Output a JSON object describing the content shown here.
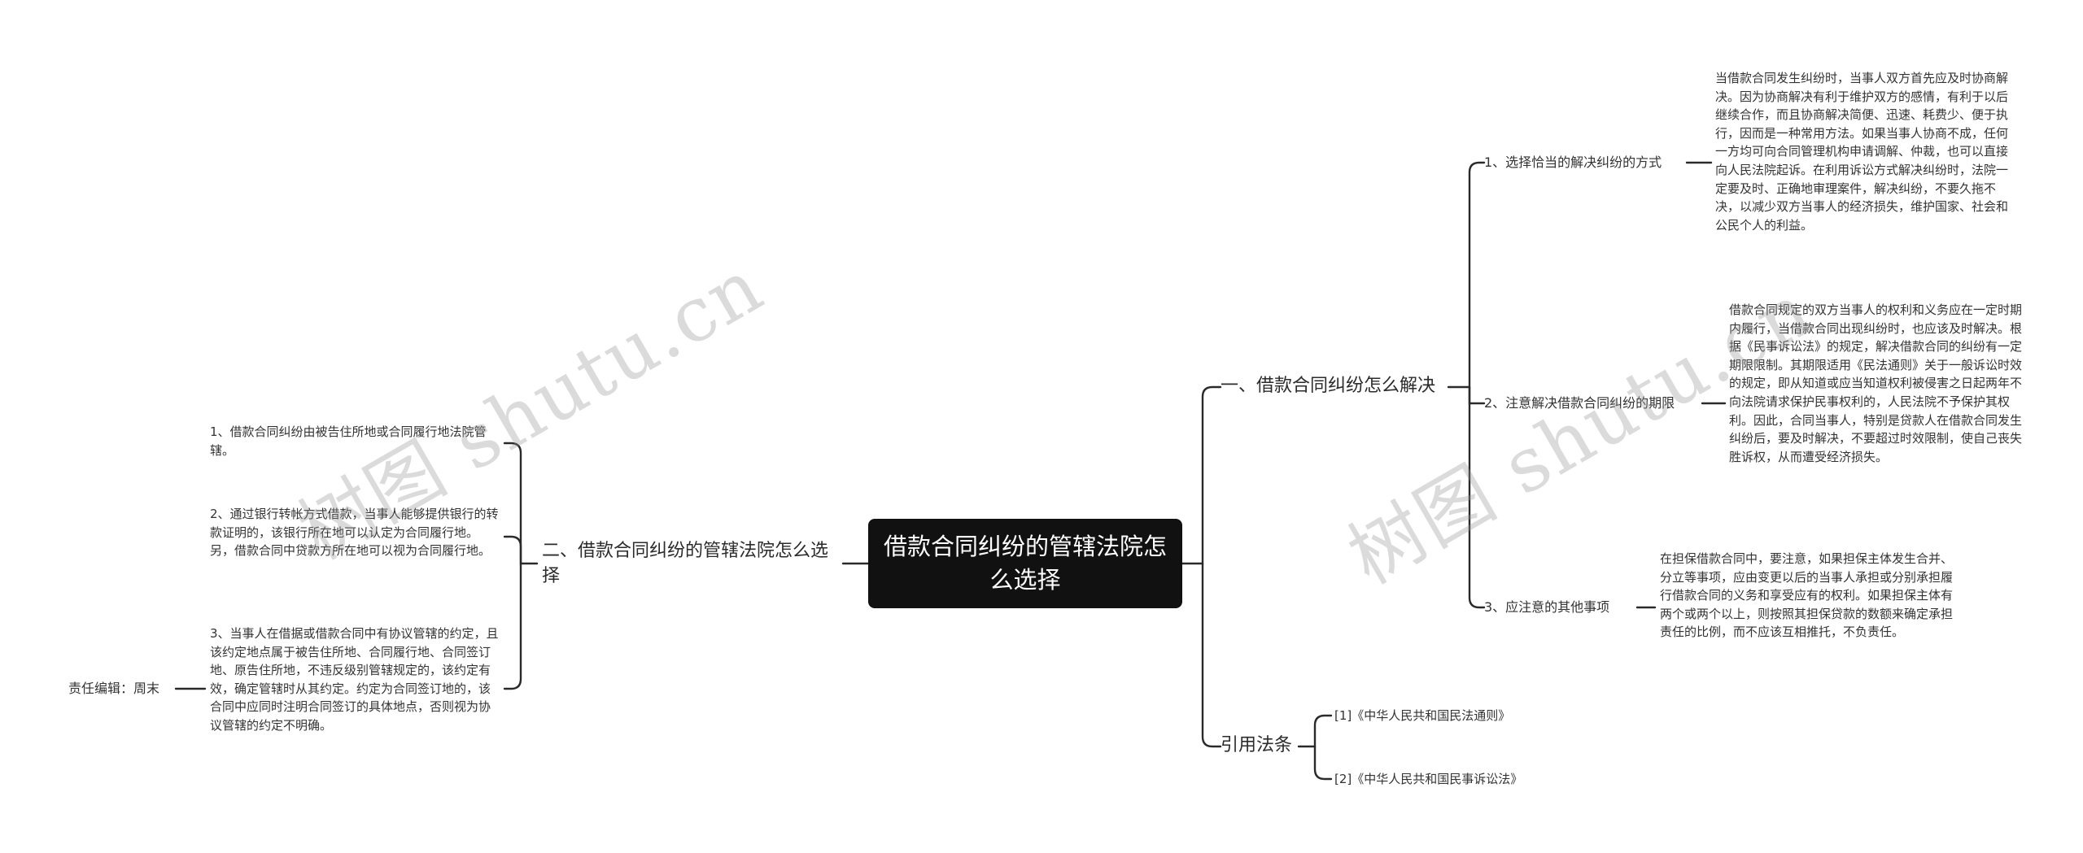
{
  "mindmap": {
    "root": "借款合同纠纷的管辖法院怎么选择",
    "left_branch": {
      "title": "二、借款合同纠纷的管辖法院怎么选择",
      "items": [
        "1、借款合同纠纷由被告住所地或合同履行地法院管辖。",
        "2、通过银行转帐方式借款，当事人能够提供银行的转款证明的，该银行所在地可以认定为合同履行地。另，借款合同中贷款方所在地可以视为合同履行地。",
        "3、当事人在借据或借款合同中有协议管辖的约定，且该约定地点属于被告住所地、合同履行地、合同签订地、原告住所地，不违反级别管辖规定的，该约定有效，确定管辖时从其约定。约定为合同签订地的，该合同中应同时注明合同签订的具体地点，否则视为协议管辖的约定不明确。"
      ],
      "editor": "责任编辑：周末"
    },
    "right_branch_1": {
      "title": "一、借款合同纠纷怎么解决",
      "subs": [
        {
          "label": "1、选择恰当的解决纠纷的方式",
          "detail": "当借款合同发生纠纷时，当事人双方首先应及时协商解决。因为协商解决有利于维护双方的感情，有利于以后继续合作，而且协商解决简便、迅速、耗费少、便于执行，因而是一种常用方法。如果当事人协商不成，任何一方均可向合同管理机构申请调解、仲裁，也可以直接向人民法院起诉。在利用诉讼方式解决纠纷时，法院一定要及时、正确地审理案件，解决纠纷，不要久拖不决，以减少双方当事人的经济损失，维护国家、社会和公民个人的利益。"
        },
        {
          "label": "2、注意解决借款合同纠纷的期限",
          "detail": "借款合同规定的双方当事人的权利和义务应在一定时期内履行，当借款合同出现纠纷时，也应该及时解决。根据《民事诉讼法》的规定，解决借款合同的纠纷有一定期限限制。其期限适用《民法通则》关于一般诉讼时效的规定，即从知道或应当知道权利被侵害之日起两年不向法院请求保护民事权利的，人民法院不予保护其权利。因此，合同当事人，特别是贷款人在借款合同发生纠纷后，要及时解决，不要超过时效限制，使自己丧失胜诉权，从而遭受经济损失。"
        },
        {
          "label": "3、应注意的其他事项",
          "detail": "在担保借款合同中，要注意，如果担保主体发生合并、分立等事项，应由变更以后的当事人承担或分别承担履行借款合同的义务和享受应有的权利。如果担保主体有两个或两个以上，则按照其担保贷款的数额来确定承担责任的比例，而不应该互相推托，不负责任。"
        }
      ]
    },
    "right_branch_2": {
      "title": "引用法条",
      "refs": [
        "[1]《中华人民共和国民法通则》",
        "[2]《中华人民共和国民事诉讼法》"
      ]
    }
  },
  "watermarks": [
    "树图 shutu.cn",
    "树图 shutu.cn"
  ],
  "colors": {
    "root_bg": "#111111",
    "root_text": "#ffffff",
    "line": "#2a2a2a",
    "text": "#333333"
  }
}
